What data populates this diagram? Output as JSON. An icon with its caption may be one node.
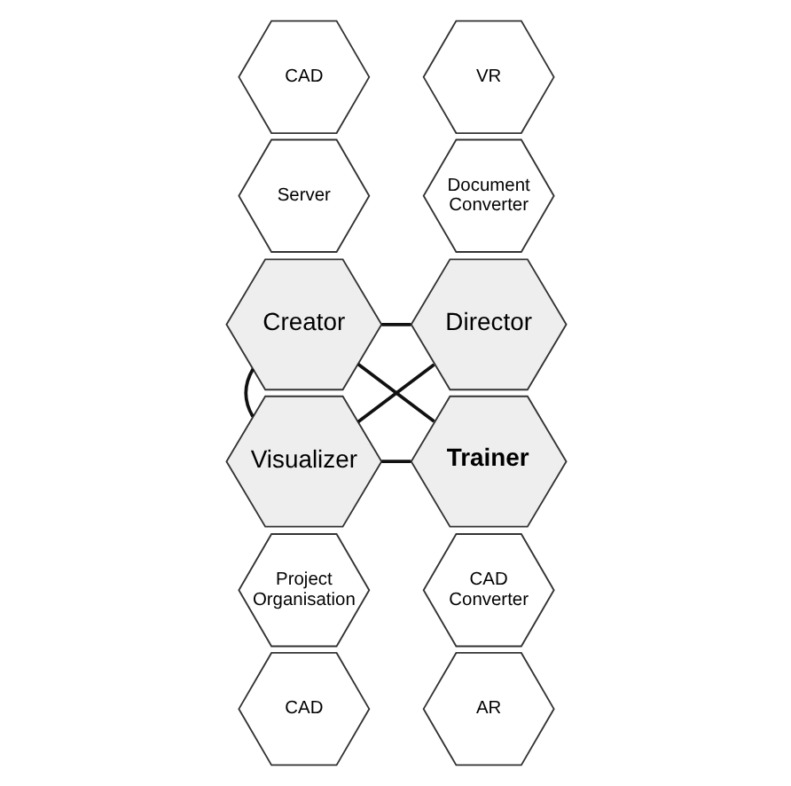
{
  "diagram": {
    "nodes": [
      {
        "text": [
          "CAD"
        ]
      },
      {
        "text": [
          "Document Converter"
        ]
      },
      {
        "text": [
          "VR"
        ]
      },
      {
        "text": [
          "Creator"
        ]
      },
      {
        "text": [
          "Server"
        ]
      },
      {
        "text": [
          "Director"
        ]
      },
      {
        "text": [
          "Trainer"
        ]
      },
      {
        "text": [
          "Project Organisation"
        ]
      },
      {
        "text": [
          "Visualizer"
        ]
      },
      {
        "text": [
          "CAD Converter"
        ]
      },
      {
        "text": [
          "AR"
        ]
      },
      {
        "text": [
          "CAD"
        ]
      }
    ],
    "edges": [
      {
        "from": 3,
        "to": 5,
        "arrow": "none"
      },
      {
        "from": 3,
        "to": 6,
        "arrow": "none"
      },
      {
        "from": 3,
        "to": 8,
        "arrow": "none"
      },
      {
        "from": 5,
        "to": 8,
        "arrow": "none"
      },
      {
        "from": 8,
        "to": 6,
        "arrow": "none"
      }
    ]
  }
}
